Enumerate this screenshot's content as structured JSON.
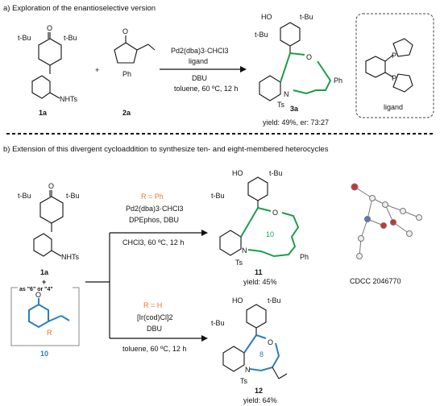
{
  "sections": {
    "a_title": "a) Exploration of the enantioselective version",
    "b_title": "b) Extension of this divergent cycloaddition to synthesize ten- and eight-membered heterocycles"
  },
  "substituents": {
    "tbu": "t-Bu",
    "ho": "HO",
    "nhts": "NHTs",
    "ts": "Ts",
    "ph": "Ph",
    "n": "N",
    "o": "O",
    "p": "P",
    "r": "R",
    "plus": "+"
  },
  "compounds": {
    "c1a": "1a",
    "c2a": "2a",
    "c3a": "3a",
    "c10": "10",
    "c11": "11",
    "c12": "12"
  },
  "conditions_a": {
    "catalyst": "Pd2(dba)3·CHCl3",
    "ligand": "ligand",
    "base": "DBU",
    "solvent": "toluene, 60 ºC, 12 h"
  },
  "result_a": "yield: 49%, er: 73:27",
  "ligand_box_label": "ligand",
  "conditions_upper": {
    "r_label": "R = Ph",
    "catalyst": "Pd2(dba)3·CHCl3",
    "ligand": "DPEphos, DBU",
    "solvent": "CHCl3, 60 ºC, 12 h"
  },
  "conditions_lower": {
    "r_label": "R = H",
    "catalyst": "[Ir(cod)Cl]2",
    "base": "DBU",
    "solvent": "toluene, 60 ºC, 12 h"
  },
  "as_label": "as \"6\" or \"4\"",
  "ring_sizes": {
    "ten": "10",
    "eight": "8"
  },
  "yield_11": "yield: 45%",
  "yield_12": "yield: 64%",
  "ccdc": "CDCC 2046770",
  "colors": {
    "orange": "#e8762b",
    "blue": "#2a7fc0",
    "green": "#1e9c4e"
  }
}
